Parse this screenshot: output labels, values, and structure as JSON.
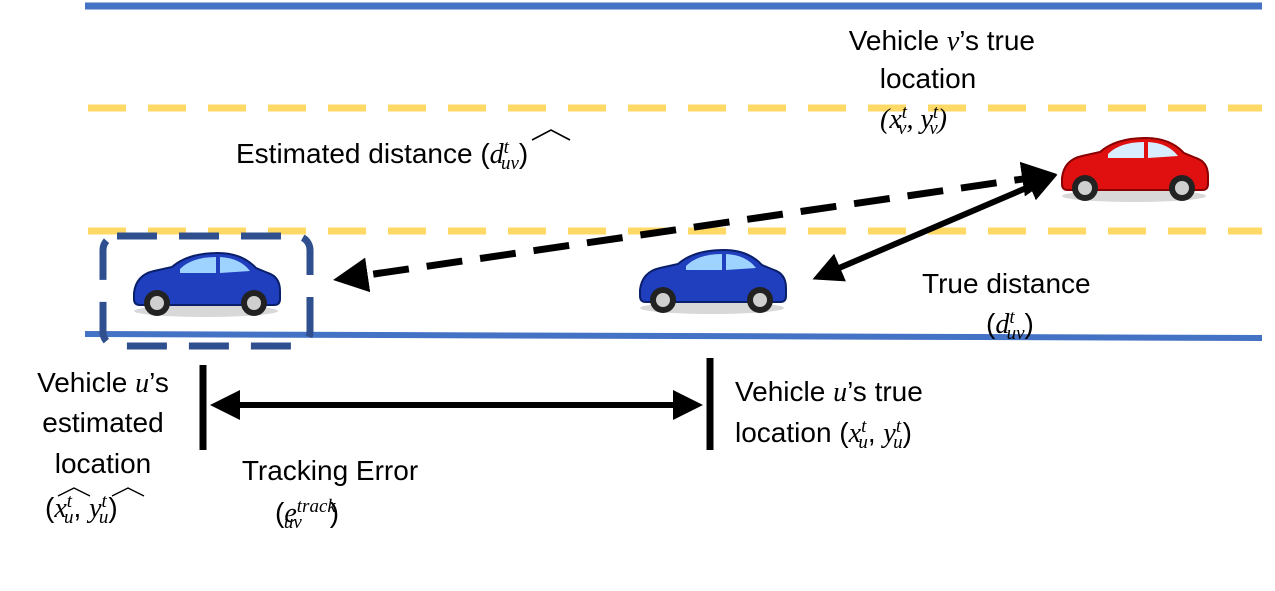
{
  "labels": {
    "v_true_line1": "Vehicle ",
    "v_true_var": "v",
    "v_true_line1_end": "’s true",
    "v_true_line2": "location",
    "v_true_coords": "(x",
    "v_true_coords_sup": "t",
    "v_true_coords_sub": "v",
    "v_true_coords_mid": ", y",
    "v_true_coords_sup2": "t",
    "v_true_coords_sub2": "v",
    "v_true_coords_end": ")",
    "est_dist_text": "Estimated distance (",
    "est_dist_var": "d",
    "est_dist_sup": "t",
    "est_dist_sub": "uv",
    "est_dist_end": ")",
    "true_dist_text": "True distance",
    "true_dist_open": "(",
    "true_dist_var": "d",
    "true_dist_sup": "t",
    "true_dist_sub": "uv",
    "true_dist_end": ")",
    "u_est_line1": "Vehicle ",
    "u_est_var": "u",
    "u_est_line1_end": "’s",
    "u_est_line2": "estimated",
    "u_est_line3": "location",
    "u_est_coords_open": "(",
    "u_est_x": "x",
    "u_est_sup": "t",
    "u_est_sub": "u",
    "u_est_comma": ", ",
    "u_est_y": "y",
    "u_est_sup2": "t",
    "u_est_sub2": "u",
    "u_est_end": ")",
    "u_true_line1": "Vehicle ",
    "u_true_var": "u",
    "u_true_line1_end": "’s true",
    "u_true_line2": "location (",
    "u_true_x": "x",
    "u_true_sup": "t",
    "u_true_sub": "u",
    "u_true_comma": ", ",
    "u_true_y": "y",
    "u_true_sup2": "t",
    "u_true_sub2": "u",
    "u_true_end": ")",
    "track_line1": "Tracking Error",
    "track_open": "(",
    "track_var": "e",
    "track_sup": "track",
    "track_sub": "uv",
    "track_end": ")"
  },
  "colors": {
    "road_edge": "#4472c4",
    "lane_marking": "#ffd966",
    "estimate_box": "#2f4f8f",
    "car_blue": "#1f3fbf",
    "car_red": "#e01010",
    "arrow": "#000000"
  }
}
